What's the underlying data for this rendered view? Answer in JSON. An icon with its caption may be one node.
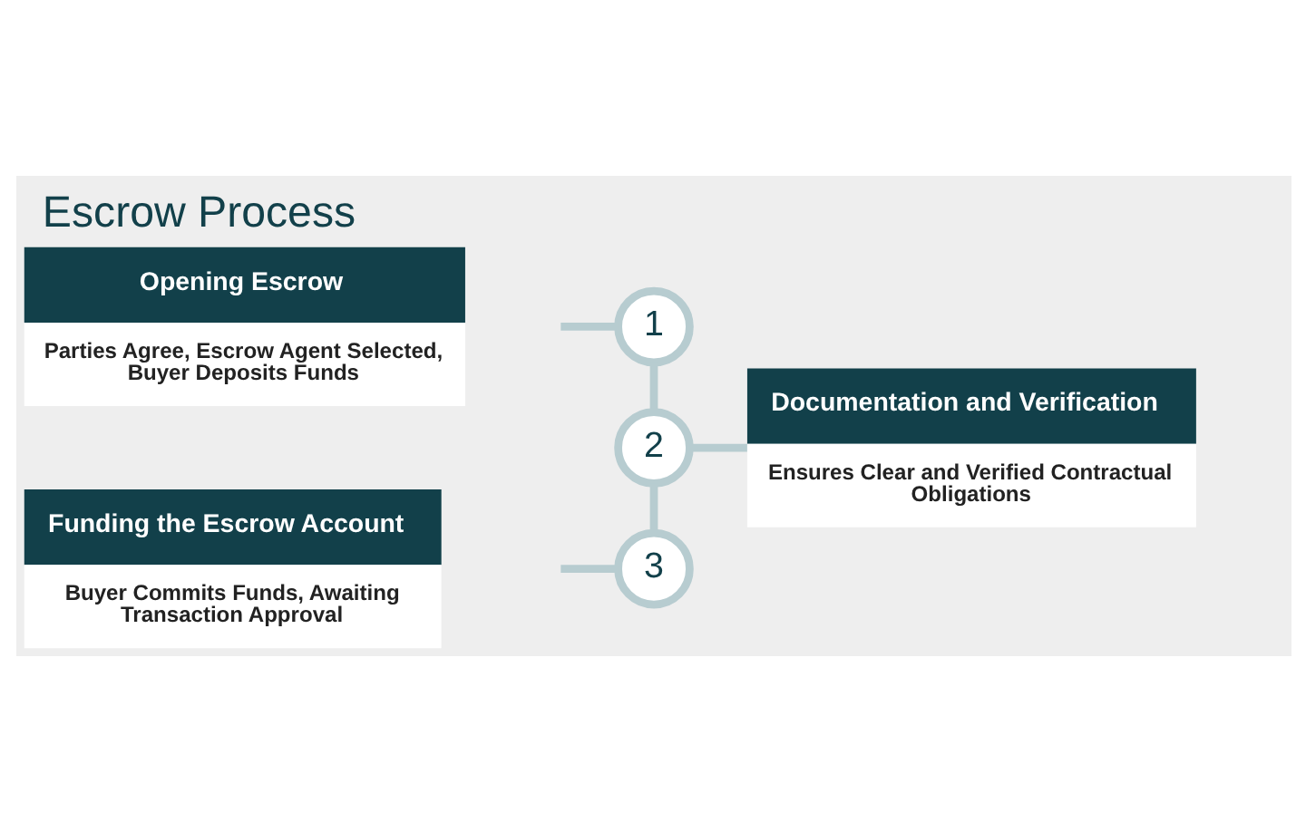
{
  "diagram": {
    "title": "Escrow Process",
    "nodes": [
      {
        "text": [
          "Opening Escrow",
          "Parties Agree, Escrow Agent Selected, Buyer Deposits Funds"
        ]
      },
      {
        "text": [
          "1"
        ]
      },
      {
        "text": [
          "2"
        ]
      },
      {
        "text": [
          "Documentation and Verification",
          "Ensures Clear and Verified Contractual Obligations"
        ]
      },
      {
        "text": [
          "Funding the Escrow Account",
          "Buyer Commits Funds, Awaiting Transaction Approval"
        ]
      },
      {
        "text": [
          "3"
        ]
      }
    ],
    "edges": [
      {
        "from": 0,
        "to": 1,
        "arrow": "none"
      },
      {
        "from": 1,
        "to": 2,
        "arrow": "none"
      },
      {
        "from": 2,
        "to": 3,
        "arrow": "none"
      },
      {
        "from": 2,
        "to": 5,
        "arrow": "none"
      },
      {
        "from": 4,
        "to": 5,
        "arrow": "none"
      }
    ]
  }
}
